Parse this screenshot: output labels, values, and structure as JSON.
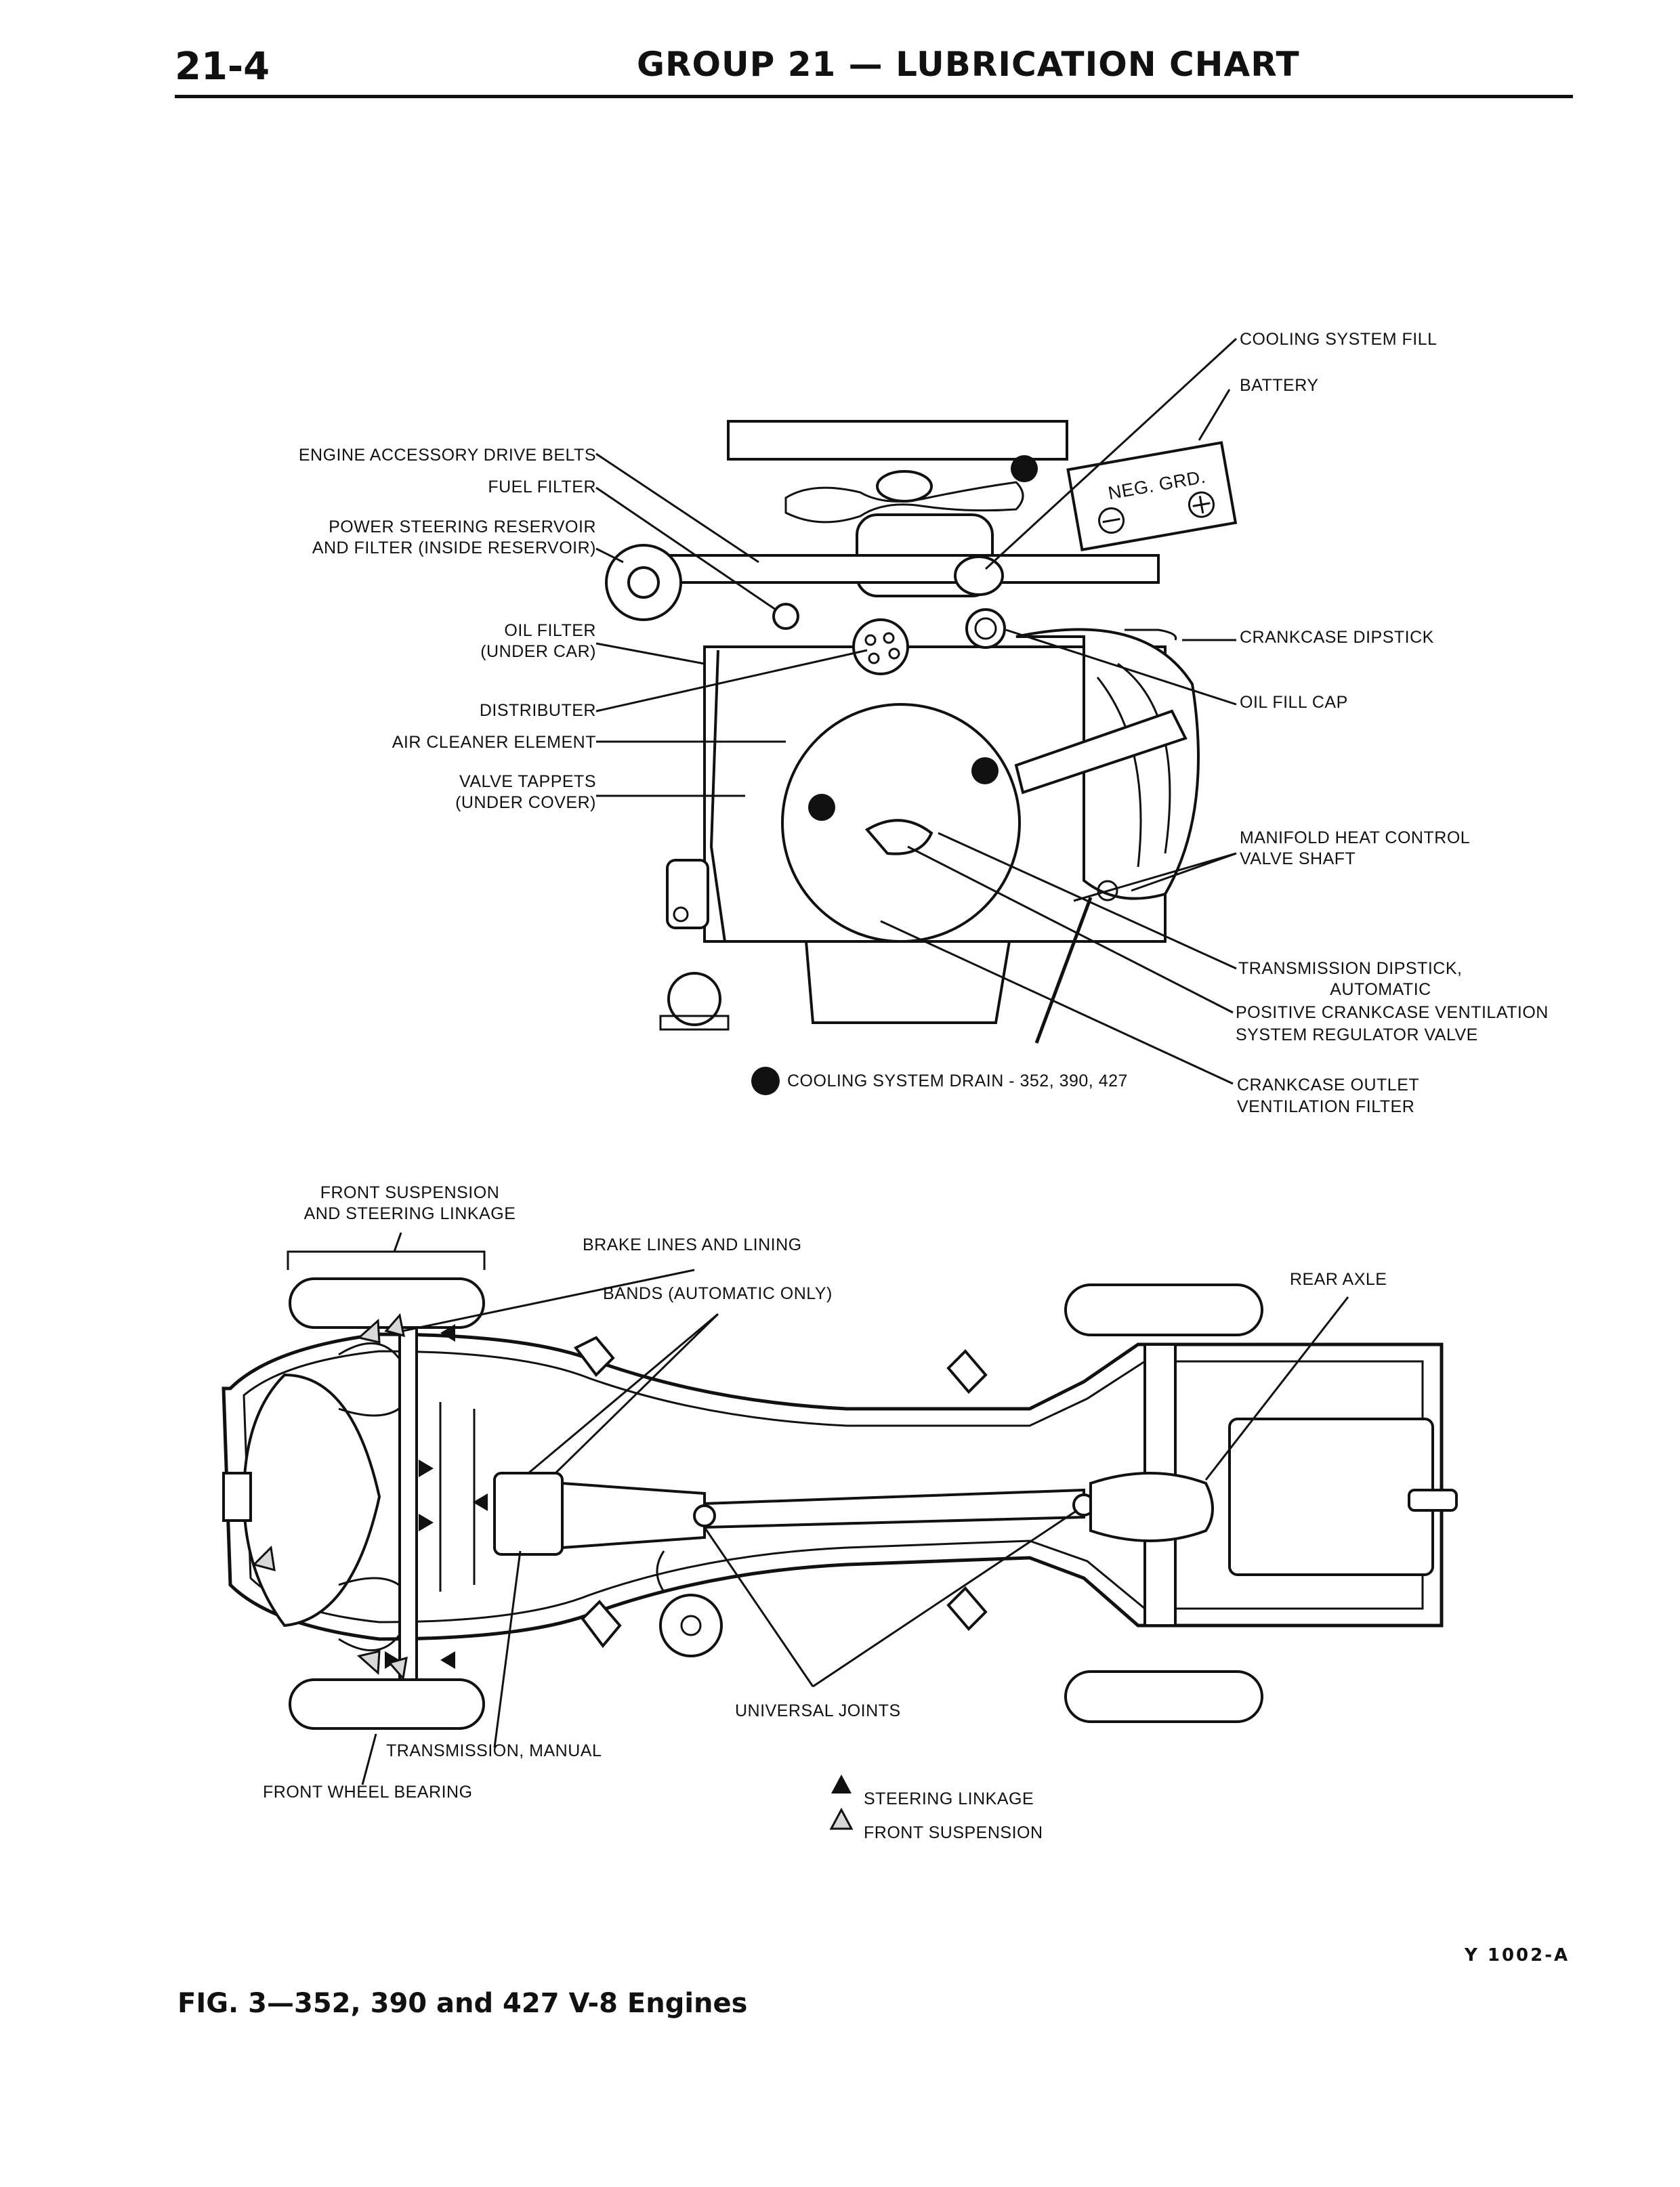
{
  "header": {
    "page_number": "21-4",
    "title": "GROUP 21 — LUBRICATION CHART"
  },
  "engine_labels": {
    "cooling_system_fill": "COOLING SYSTEM FILL",
    "battery": "BATTERY",
    "battery_marking": "NEG. GRD.",
    "engine_accessory_drive_belts": "ENGINE ACCESSORY DRIVE BELTS",
    "fuel_filter": "FUEL FILTER",
    "power_steering_line1": "POWER STEERING RESERVOIR",
    "power_steering_line2": "AND FILTER (INSIDE RESERVOIR)",
    "oil_filter_line1": "OIL FILTER",
    "oil_filter_line2": "(UNDER CAR)",
    "distributer": "DISTRIBUTER",
    "air_cleaner_element": "AIR CLEANER ELEMENT",
    "valve_tappets_line1": "VALVE TAPPETS",
    "valve_tappets_line2": "(UNDER COVER)",
    "crankcase_dipstick": "CRANKCASE DIPSTICK",
    "oil_fill_cap": "OIL FILL CAP",
    "manifold_line1": "MANIFOLD HEAT CONTROL",
    "manifold_line2": "VALVE SHAFT",
    "transmission_dipstick_line1": "TRANSMISSION DIPSTICK,",
    "transmission_dipstick_line2": "AUTOMATIC",
    "pcv_line1": "POSITIVE CRANKCASE VENTILATION",
    "pcv_line2": "SYSTEM  REGULATOR VALVE",
    "crankcase_outlet_line1": "CRANKCASE OUTLET",
    "crankcase_outlet_line2": "VENTILATION FILTER",
    "cooling_drain": "COOLING SYSTEM DRAIN - 352, 390, 427"
  },
  "chassis_labels": {
    "front_suspension_line1": "FRONT SUSPENSION",
    "front_suspension_line2": "AND STEERING LINKAGE",
    "brake_lines": "BRAKE LINES AND LINING",
    "bands": "BANDS (AUTOMATIC ONLY)",
    "rear_axle": "REAR AXLE",
    "universal_joints": "UNIVERSAL JOINTS",
    "transmission_manual": "TRANSMISSION, MANUAL",
    "front_wheel_bearing": "FRONT WHEEL BEARING"
  },
  "legend": {
    "steering_linkage": "STEERING LINKAGE",
    "front_suspension": "FRONT SUSPENSION"
  },
  "figure": {
    "id": "Y 1002-A",
    "caption": "FIG. 3—352, 390 and 427 V-8 Engines"
  },
  "colors": {
    "ink": "#111111",
    "gray_marker": "#b8b8b8"
  }
}
